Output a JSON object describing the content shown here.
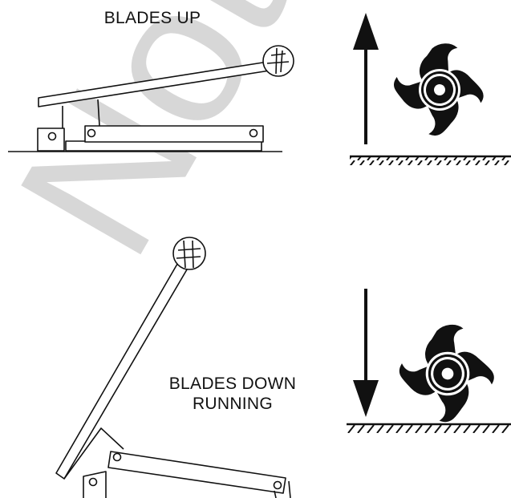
{
  "watermark": {
    "text": "Not fo",
    "color": "#b8b8b8"
  },
  "panels": [
    {
      "label_lines": [
        "BLADES UP"
      ],
      "position": "up",
      "arrow": "up-arrow"
    },
    {
      "label_lines": [
        "BLADES DOWN",
        "RUNNING"
      ],
      "position": "down",
      "arrow": "down-arrow"
    }
  ],
  "colors": {
    "ink": "#111111",
    "blade": "#111111",
    "background": "#ffffff"
  }
}
